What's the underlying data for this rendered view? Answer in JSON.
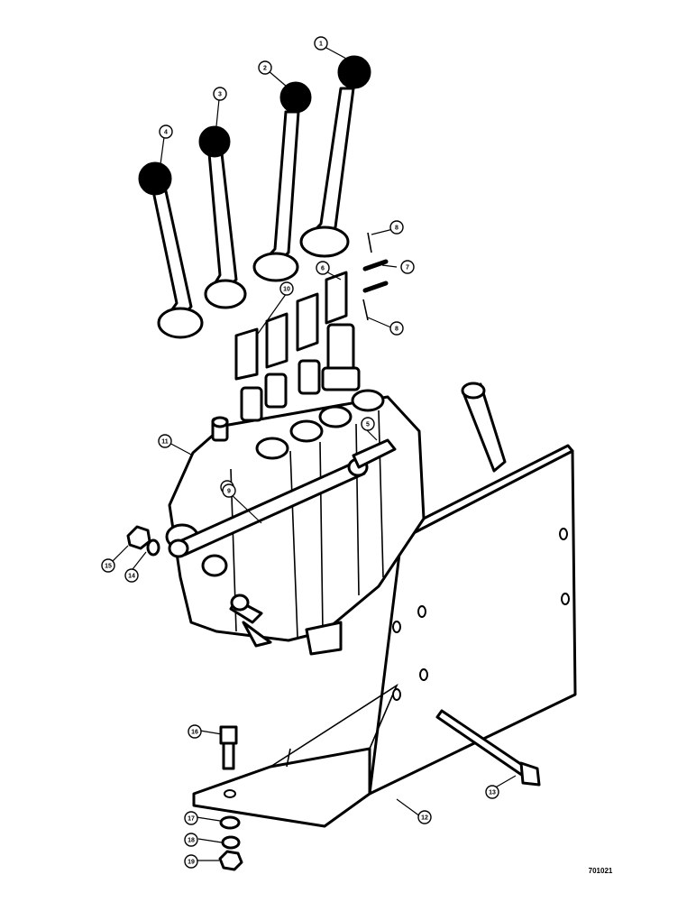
{
  "diagram": {
    "drawing_code": "701021",
    "callouts": [
      {
        "id": "c1",
        "label": "1"
      },
      {
        "id": "c2",
        "label": "2"
      },
      {
        "id": "c3",
        "label": "3"
      },
      {
        "id": "c4",
        "label": "4"
      },
      {
        "id": "c5",
        "label": "5"
      },
      {
        "id": "c6a",
        "label": "6"
      },
      {
        "id": "c6b",
        "label": "6"
      },
      {
        "id": "c7",
        "label": "7"
      },
      {
        "id": "c8a",
        "label": "8"
      },
      {
        "id": "c8b",
        "label": "8"
      },
      {
        "id": "c9",
        "label": "9"
      },
      {
        "id": "c10",
        "label": "10"
      },
      {
        "id": "c11",
        "label": "11"
      },
      {
        "id": "c12",
        "label": "12"
      },
      {
        "id": "c13",
        "label": "13"
      },
      {
        "id": "c14",
        "label": "14"
      },
      {
        "id": "c15",
        "label": "15"
      },
      {
        "id": "c16",
        "label": "16"
      },
      {
        "id": "c17",
        "label": "17"
      },
      {
        "id": "c18",
        "label": "18"
      },
      {
        "id": "c19",
        "label": "19"
      }
    ]
  }
}
